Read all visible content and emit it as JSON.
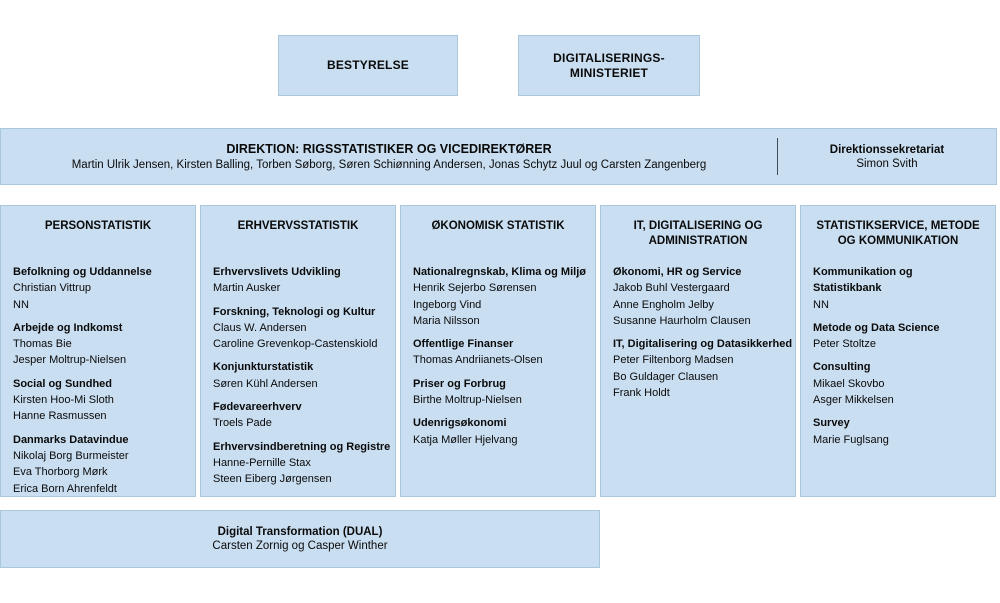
{
  "colors": {
    "box_fill": "#c9def1",
    "box_border": "#aac7de",
    "divider": "#3c4c5c",
    "background": "#ffffff",
    "text": "#0a0a0a"
  },
  "top_boxes": [
    {
      "label": "BESTYRELSE"
    },
    {
      "label": "DIGITALISERINGS-\nMINISTERIET"
    }
  ],
  "direktion": {
    "title": "DIREKTION: RIGSSTATISTIKER OG VICEDIREKTØRER",
    "names": "Martin Ulrik Jensen,  Kirsten Balling, Torben Søborg, Søren Schiønning Andersen, Jonas Schytz Juul og Carsten Zangenberg",
    "secretariat": {
      "title": "Direktionssekretariat",
      "name": "Simon Svith"
    }
  },
  "columns": [
    {
      "header": "PERSONSTATISTIK",
      "sections": [
        {
          "title": "Befolkning og Uddannelse",
          "people": [
            "Christian Vittrup",
            "NN"
          ]
        },
        {
          "title": "Arbejde og Indkomst",
          "people": [
            "Thomas Bie",
            "Jesper Moltrup-Nielsen"
          ]
        },
        {
          "title": "Social og Sundhed",
          "people": [
            "Kirsten Hoo-Mi Sloth",
            "Hanne Rasmussen"
          ]
        },
        {
          "title": "Danmarks Datavindue",
          "people": [
            "Nikolaj Borg Burmeister",
            "Eva Thorborg Mørk",
            "Erica Born Ahrenfeldt"
          ]
        }
      ]
    },
    {
      "header": "ERHVERVSSTATISTIK",
      "sections": [
        {
          "title": "Erhvervslivets Udvikling",
          "people": [
            "Martin Ausker"
          ]
        },
        {
          "title": "Forskning, Teknologi og Kultur",
          "people": [
            "Claus W. Andersen",
            "Caroline Grevenkop-Castenskiold"
          ]
        },
        {
          "title": "Konjunkturstatistik",
          "people": [
            "Søren Kühl Andersen"
          ]
        },
        {
          "title": "Fødevareerhverv",
          "people": [
            "Troels Pade"
          ]
        },
        {
          "title": "Erhvervsindberetning og Registre",
          "people": [
            "Hanne-Pernille Stax",
            "Steen Eiberg Jørgensen"
          ]
        }
      ]
    },
    {
      "header": "ØKONOMISK STATISTIK",
      "sections": [
        {
          "title": "Nationalregnskab, Klima og Miljø",
          "people": [
            "Henrik Sejerbo Sørensen",
            "Ingeborg Vind",
            "Maria Nilsson"
          ]
        },
        {
          "title": "Offentlige Finanser",
          "people": [
            "Thomas Andriianets-Olsen"
          ]
        },
        {
          "title": "Priser og Forbrug",
          "people": [
            "Birthe Moltrup-Nielsen"
          ]
        },
        {
          "title": "Udenrigsøkonomi",
          "people": [
            "Katja Møller Hjelvang"
          ]
        }
      ]
    },
    {
      "header": "IT, DIGITALISERING OG\nADMINISTRATION",
      "sections": [
        {
          "title": "Økonomi, HR og Service",
          "people": [
            "Jakob Buhl Vestergaard",
            "Anne Engholm Jelby",
            "Susanne Haurholm Clausen"
          ]
        },
        {
          "title": "IT, Digitalisering og Datasikkerhed",
          "people": [
            "Peter Filtenborg Madsen",
            "Bo Guldager Clausen",
            "Frank Holdt"
          ]
        }
      ]
    },
    {
      "header": "STATISTIKSERVICE, METODE\nOG KOMMUNIKATION",
      "sections": [
        {
          "title": "Kommunikation og\nStatistikbank",
          "people": [
            "NN"
          ]
        },
        {
          "title": "Metode og Data Science",
          "people": [
            "Peter Stoltze"
          ]
        },
        {
          "title": "Consulting",
          "people": [
            "Mikael Skovbo",
            "Asger Mikkelsen"
          ]
        },
        {
          "title": "Survey",
          "people": [
            "Marie Fuglsang"
          ]
        }
      ]
    }
  ],
  "bottom_box": {
    "title": "Digital Transformation (DUAL)",
    "names": "Carsten Zornig og Casper Winther"
  }
}
